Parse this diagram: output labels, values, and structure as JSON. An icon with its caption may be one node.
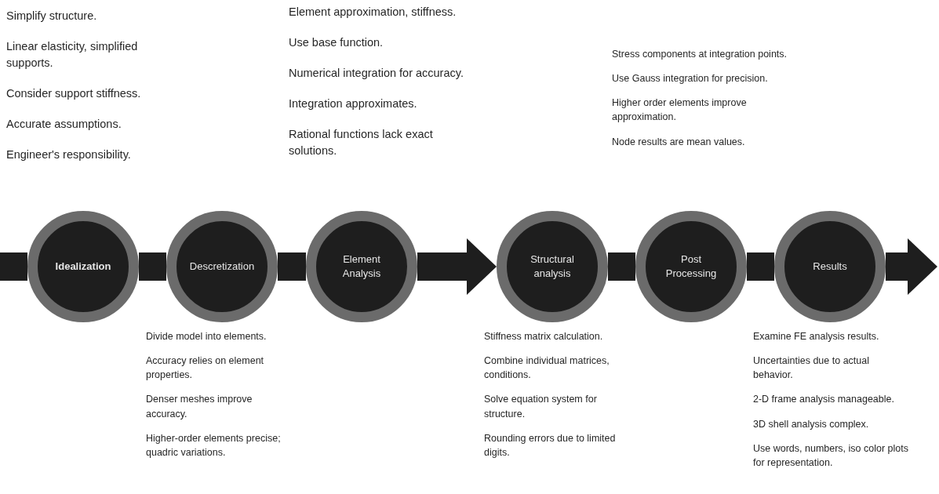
{
  "diagram": {
    "nodes": [
      {
        "text": [
          "Idealization"
        ],
        "beside": [
          "Simplify structure.",
          "Linear elasticity, simplified supports.",
          "Consider support stiffness.",
          "Accurate assumptions.",
          "Engineer's responsibility."
        ]
      },
      {
        "text": [
          "Descretization"
        ],
        "beside": [
          "Divide model into elements.",
          "Accuracy relies on element properties.",
          "Denser meshes improve accuracy.",
          "Higher-order elements precise; quadric variations."
        ]
      },
      {
        "text": [
          "Element Analysis"
        ],
        "beside": [
          "Element approximation, stiffness.",
          "Use base function.",
          "Numerical integration for accuracy.",
          "Integration approximates.",
          "Rational functions lack exact solutions."
        ]
      },
      {
        "text": [
          "Structural analysis"
        ],
        "beside": [
          "Stiffness matrix calculation.",
          "Combine individual matrices, conditions.",
          "Solve equation system for structure.",
          "Rounding errors due to limited digits."
        ]
      },
      {
        "text": [
          "Post Processing"
        ],
        "beside": [
          "Stress components at integration points.",
          "Use Gauss integration for precision.",
          "Higher order elements improve approximation.",
          "Node results are mean values."
        ]
      },
      {
        "text": [
          "Results"
        ],
        "beside": [
          "Examine FE analysis results.",
          "Uncertainties due to actual behavior.",
          "2-D frame analysis manageable.",
          "3D shell analysis complex.",
          "Use words, numbers, iso color plots for representation."
        ]
      }
    ],
    "edges": [
      {
        "from": null,
        "to": 0,
        "arrow": "none"
      },
      {
        "from": 0,
        "to": 1,
        "arrow": "none"
      },
      {
        "from": 1,
        "to": 2,
        "arrow": "none"
      },
      {
        "from": 2,
        "to": 3,
        "arrow": "to"
      },
      {
        "from": 3,
        "to": 4,
        "arrow": "none"
      },
      {
        "from": 4,
        "to": 5,
        "arrow": "none"
      },
      {
        "from": 5,
        "to": null,
        "arrow": "to"
      }
    ]
  }
}
